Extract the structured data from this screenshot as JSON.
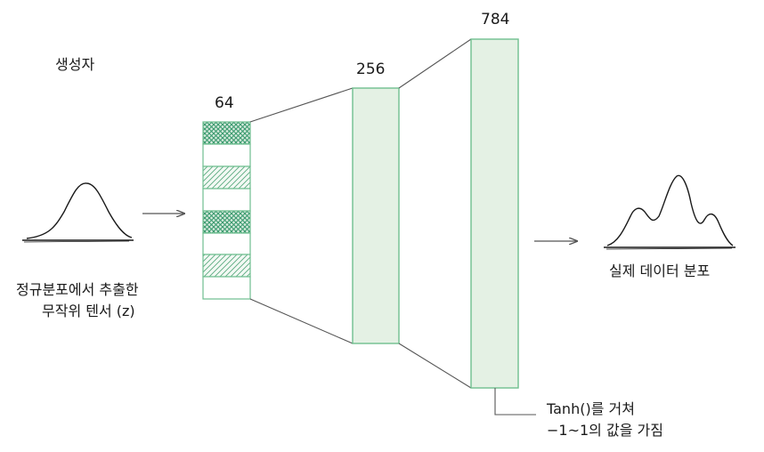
{
  "title": "생성자",
  "input": {
    "caption_line1": "정규분포에서 추출한",
    "caption_line2": "무작위 텐서 (z)"
  },
  "layers": [
    {
      "size": "64"
    },
    {
      "size": "256"
    },
    {
      "size": "784"
    }
  ],
  "output": {
    "caption": "실제 데이터 분포"
  },
  "note": {
    "line1": "Tanh()를 거쳐",
    "line2": "−1~1의 값을 가짐"
  },
  "colors": {
    "layer_fill": "#e4f1e4",
    "layer_stroke": "#6fbf8f",
    "hatch": "#3a9a6e",
    "line": "#555555",
    "arrow": "#555555"
  }
}
